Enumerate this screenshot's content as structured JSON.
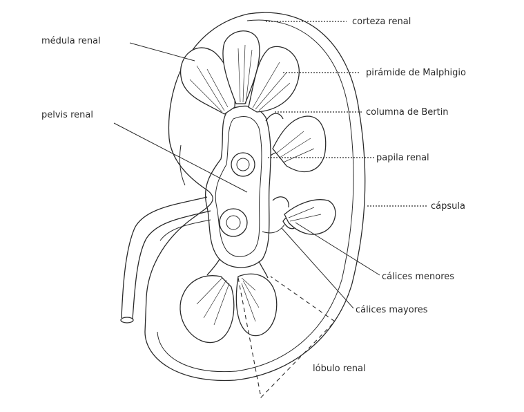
{
  "labels": {
    "corteza_renal": "corteza renal",
    "medula_renal": "médula renal",
    "piramide_malphigio": "pirámide de Malphigio",
    "columna_bertin": "columna de Bertin",
    "pelvis_renal": "pelvis renal",
    "papila_renal": "papila renal",
    "capsula": "cápsula",
    "calices_menores": "cálices menores",
    "calices_mayores": "cálices mayores",
    "lobulo_renal": "lóbulo renal"
  }
}
